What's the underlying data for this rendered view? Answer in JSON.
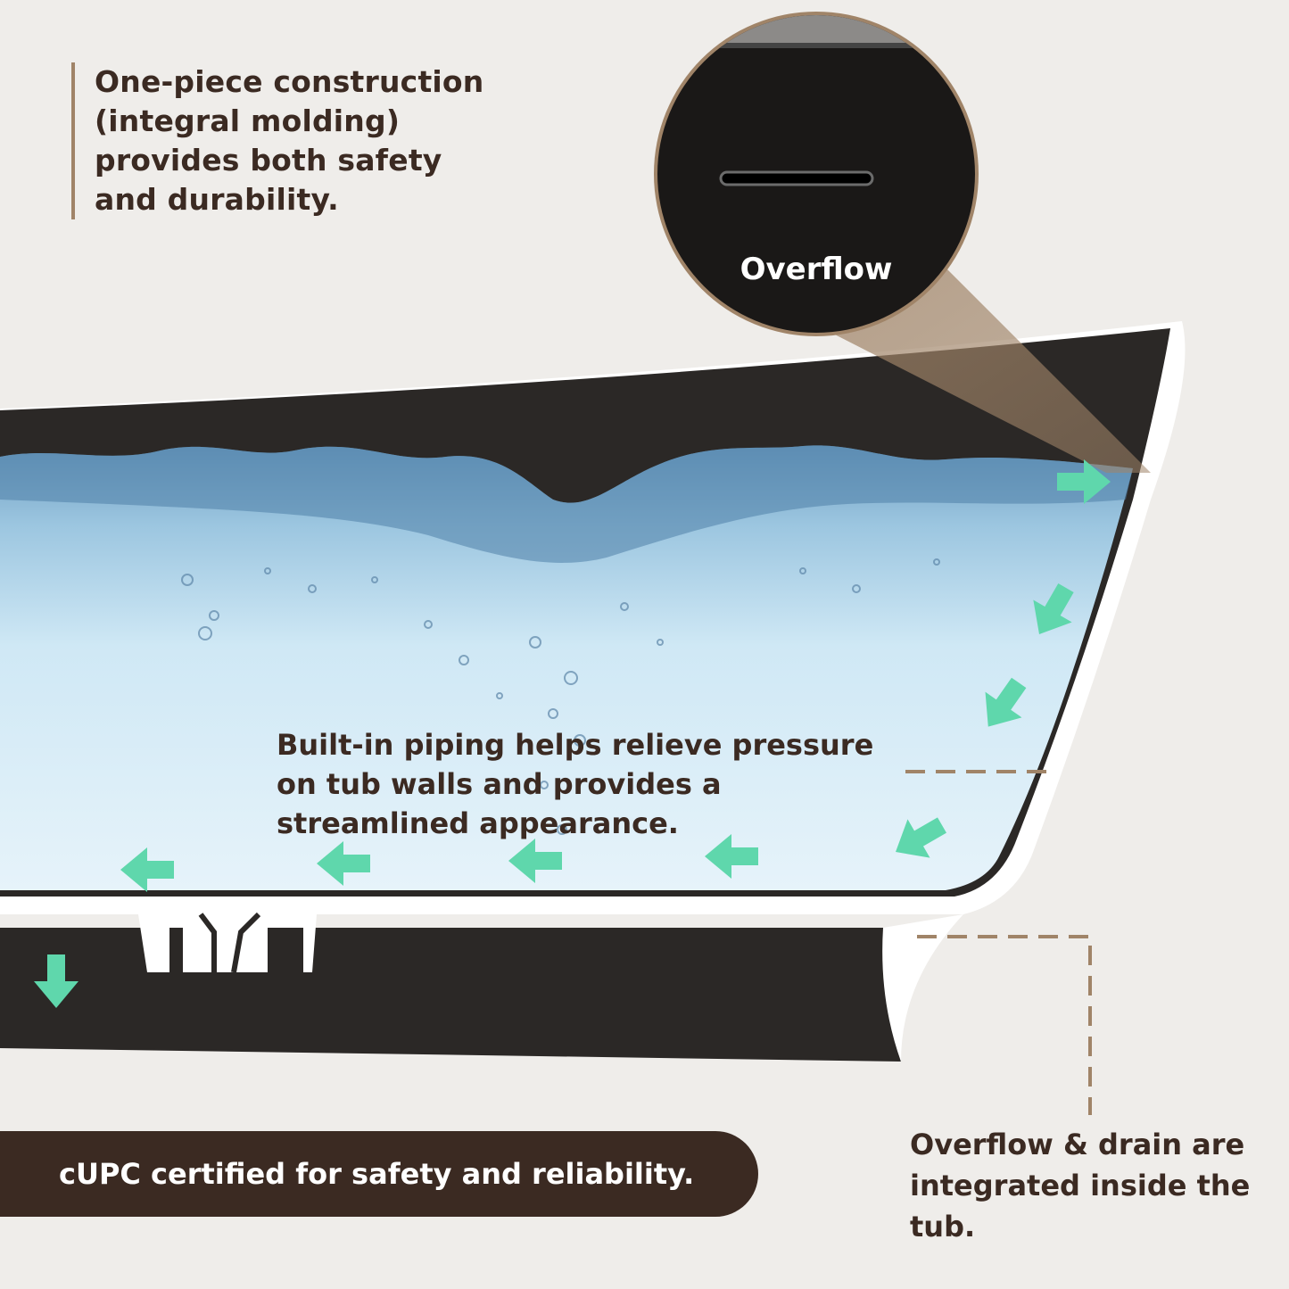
{
  "intro": {
    "text": "One-piece construction (integral molding) provides both safety and durability."
  },
  "overflow_zoom": {
    "label": "Overflow"
  },
  "piping_note": {
    "text": "Built-in piping helps relieve pressure on tub walls and provides a streamlined appearance."
  },
  "certification": {
    "text": "cUPC certified for safety and reliability."
  },
  "drain_note": {
    "text": "Overflow & drain are integrated inside the tub."
  },
  "colors": {
    "background": "#efedea",
    "text_brown": "#3b2a22",
    "accent_tan": "#a08468",
    "tub_black": "#2b2826",
    "water_blue": "#bfe1f2",
    "arrow_green": "#5fd7ac"
  },
  "icons": [
    "flow-arrow-icon",
    "overflow-slot-icon",
    "drain-pipe-icon"
  ]
}
